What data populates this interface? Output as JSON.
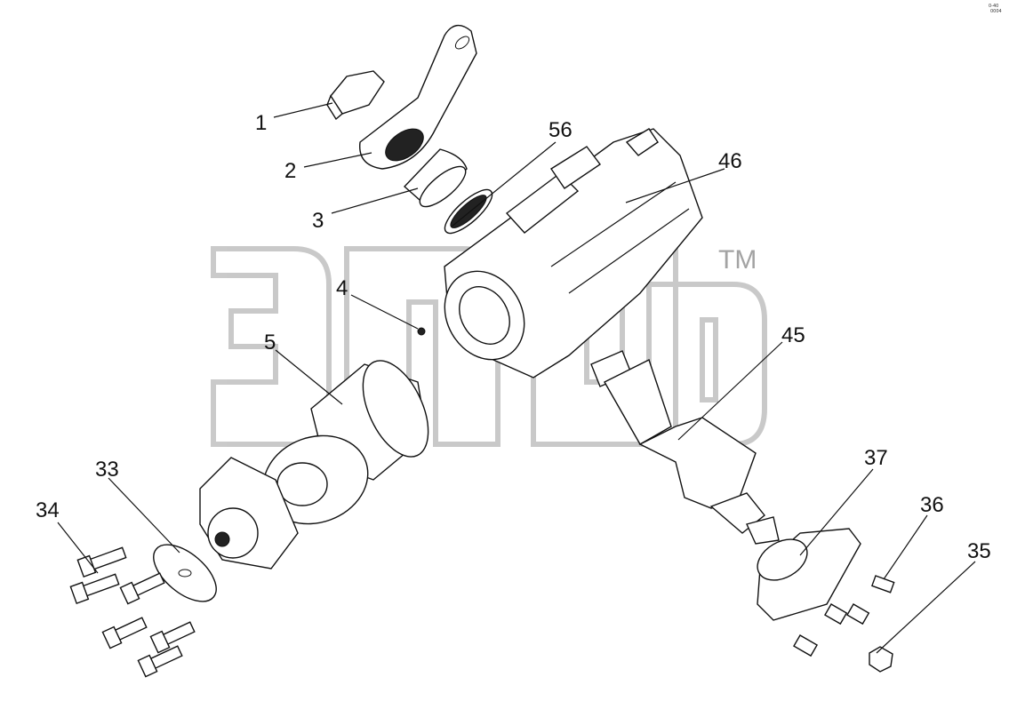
{
  "watermark": {
    "text": "элб",
    "trademark": "TM"
  },
  "corner_note": [
    "0-40",
    "0004"
  ],
  "callouts": [
    {
      "id": "c1",
      "text": "1"
    },
    {
      "id": "c2",
      "text": "2"
    },
    {
      "id": "c3",
      "text": "3"
    },
    {
      "id": "c4",
      "text": "4"
    },
    {
      "id": "c5",
      "text": "5"
    },
    {
      "id": "c33",
      "text": "33"
    },
    {
      "id": "c34",
      "text": "34"
    },
    {
      "id": "c35",
      "text": "35"
    },
    {
      "id": "c36",
      "text": "36"
    },
    {
      "id": "c37",
      "text": "37"
    },
    {
      "id": "c45",
      "text": "45"
    },
    {
      "id": "c46",
      "text": "46"
    },
    {
      "id": "c56",
      "text": "56"
    }
  ]
}
